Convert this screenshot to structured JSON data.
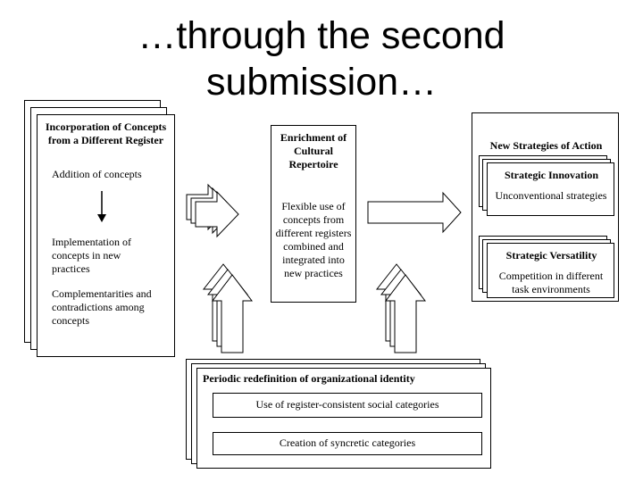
{
  "title": {
    "line1": "…through the second",
    "line2": "submission…"
  },
  "left_box": {
    "heading": "Incorporation of Concepts from a Different Register",
    "item1": "Addition of concepts",
    "item2": "Implementation of concepts in new practices",
    "item3": "Complementarities and contradictions among concepts"
  },
  "center_box": {
    "heading": "Enrichment of Cultural Repertoire",
    "body": "Flexible use of concepts from different registers combined and integrated into new practices"
  },
  "right_box": {
    "heading": "New Strategies of Action",
    "innovation_title": "Strategic Innovation",
    "innovation_body": "Unconventional strategies",
    "versatility_title": "Strategic Versatility",
    "versatility_body": "Competition in different task environments"
  },
  "bottom_box": {
    "heading": "Periodic redefinition of organizational identity",
    "item1": "Use of register-consistent social categories",
    "item2": "Creation of syncretic categories"
  }
}
